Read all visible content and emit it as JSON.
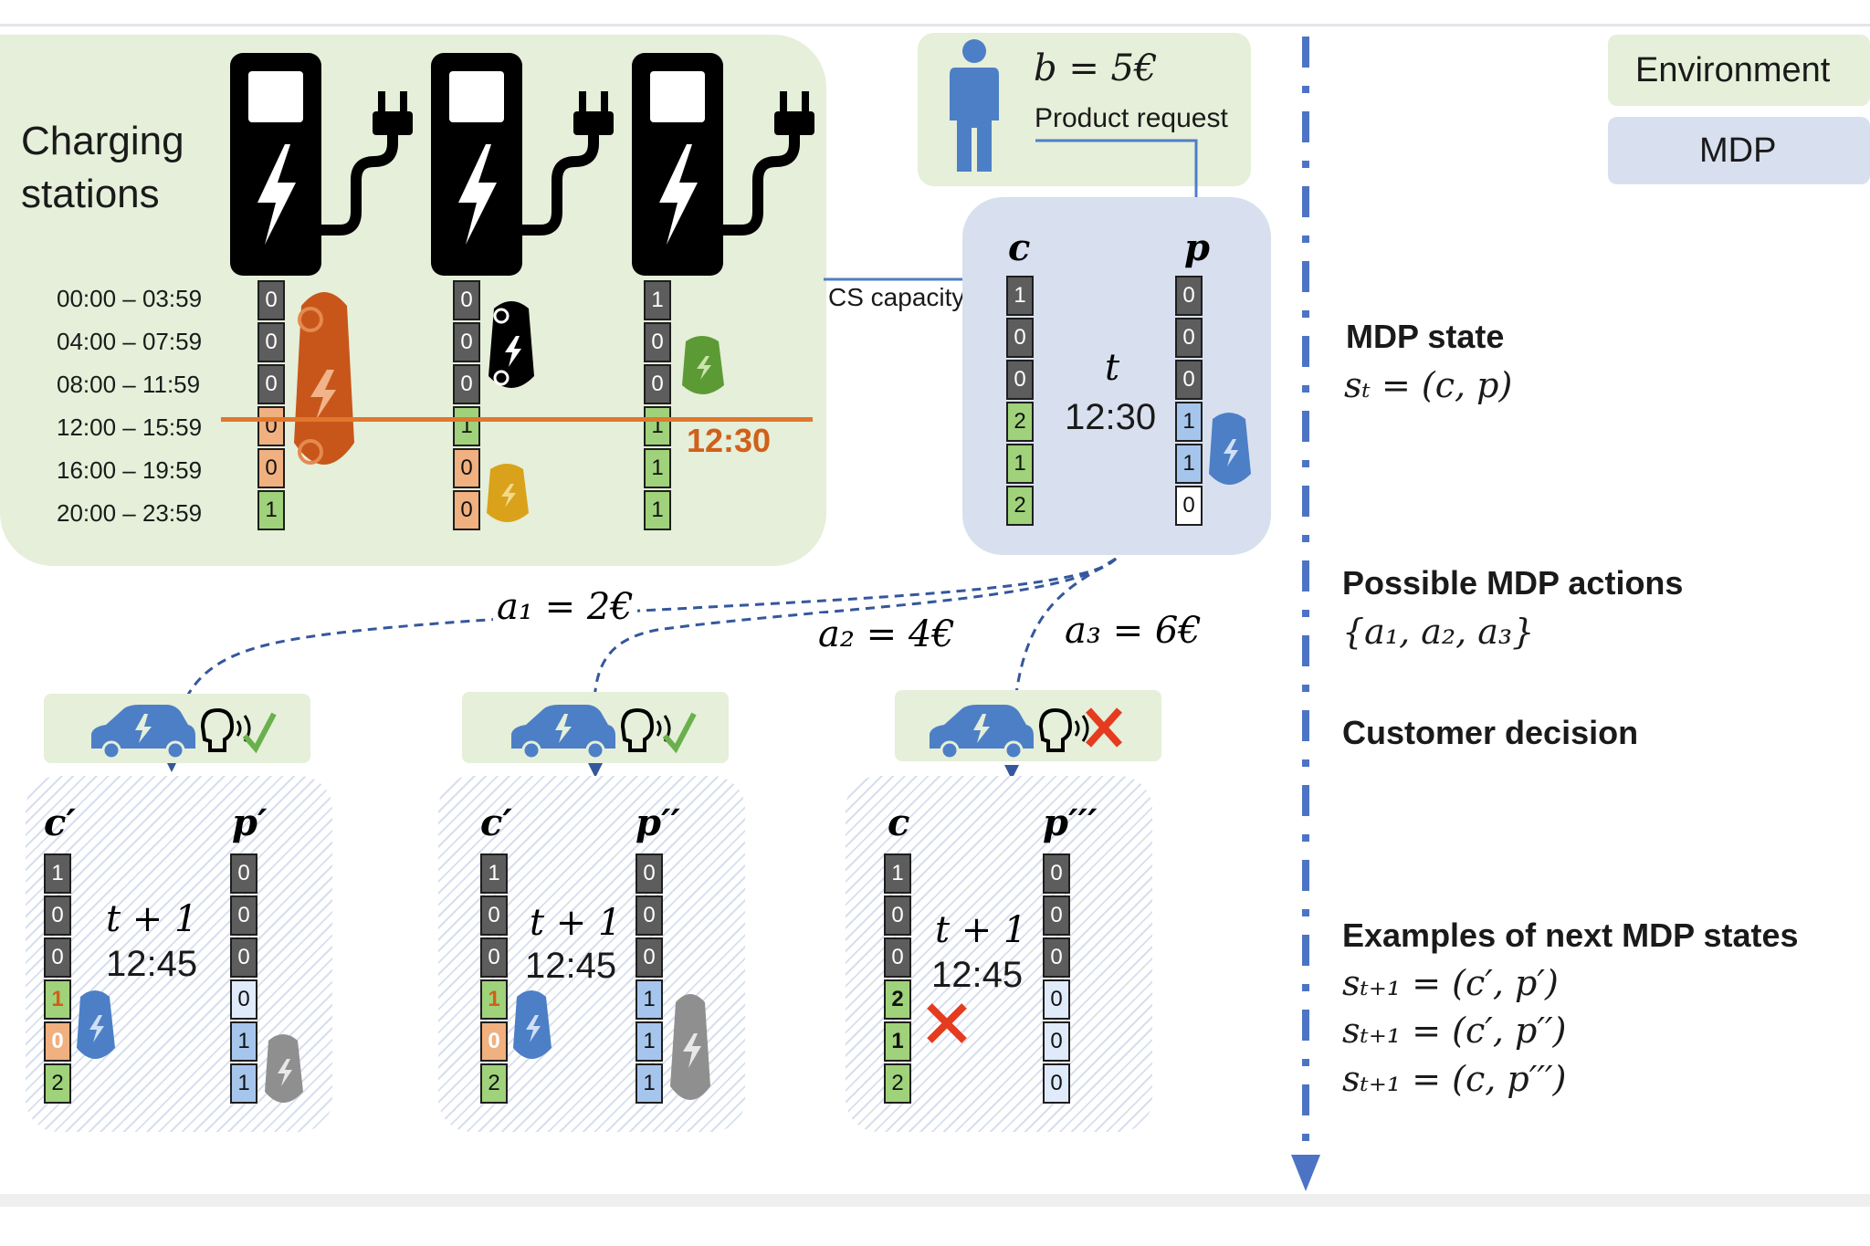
{
  "legend": {
    "environment": "Environment",
    "mdp": "MDP"
  },
  "stations": {
    "title_line1": "Charging",
    "title_line2": "stations",
    "time_slots": [
      "00:00 – 03:59",
      "04:00 – 07:59",
      "08:00 – 11:59",
      "12:00 – 15:59",
      "16:00 – 19:59",
      "20:00 – 23:59"
    ],
    "col1": [
      "0",
      "0",
      "0",
      "0",
      "0",
      "1"
    ],
    "col2": [
      "0",
      "0",
      "0",
      "1",
      "0",
      "0"
    ],
    "col3": [
      "1",
      "0",
      "0",
      "1",
      "1",
      "1"
    ],
    "current_time": "12:30"
  },
  "customer": {
    "budget": "b = 5€",
    "request": "Product request"
  },
  "cs_capacity": "CS capacity",
  "state": {
    "c_label": "c",
    "p_label": "p",
    "t_label": "t",
    "time": "12:30",
    "c_values": [
      "1",
      "0",
      "0",
      "2",
      "1",
      "2"
    ],
    "p_values": [
      "0",
      "0",
      "0",
      "1",
      "1",
      "0"
    ]
  },
  "actions": {
    "a1": "a₁ = 2€",
    "a2": "a₂  = 4€",
    "a3": "a₃ = 6€"
  },
  "next_states": [
    {
      "c_label": "c′",
      "p_label": "p′",
      "t_label": "t + 1",
      "time": "12:45",
      "c_values": [
        "1",
        "0",
        "0",
        "1",
        "0",
        "2"
      ],
      "p_values": [
        "0",
        "0",
        "0",
        "0",
        "1",
        "1"
      ]
    },
    {
      "c_label": "c′",
      "p_label": "p′′",
      "t_label": "t + 1",
      "time": "12:45",
      "c_values": [
        "1",
        "0",
        "0",
        "1",
        "0",
        "2"
      ],
      "p_values": [
        "0",
        "0",
        "0",
        "1",
        "1",
        "1"
      ]
    },
    {
      "c_label": "c",
      "p_label": "p′′′",
      "t_label": "t + 1",
      "time": "12:45",
      "c_values": [
        "1",
        "0",
        "0",
        "2",
        "1",
        "2"
      ],
      "p_values": [
        "0",
        "0",
        "0",
        "0",
        "0",
        "0"
      ]
    }
  ],
  "side": {
    "mdp_state_title": "MDP state",
    "mdp_state_formula": "sₜ = (c, p)",
    "actions_title": "Possible MDP actions",
    "actions_formula": "{a₁, a₂, a₃}",
    "customer_title": "Customer decision",
    "next_title": "Examples of next MDP states",
    "next_formulas": [
      "sₜ₊₁ = (c′, p′)",
      "sₜ₊₁ = (c′, p′′)",
      "sₜ₊₁ = (c, p′′′)"
    ]
  },
  "colors": {
    "environment": "#e5efd9",
    "mdp": "#d8e0ef",
    "orange": "#d0601a",
    "blue": "#4d7fc6"
  }
}
